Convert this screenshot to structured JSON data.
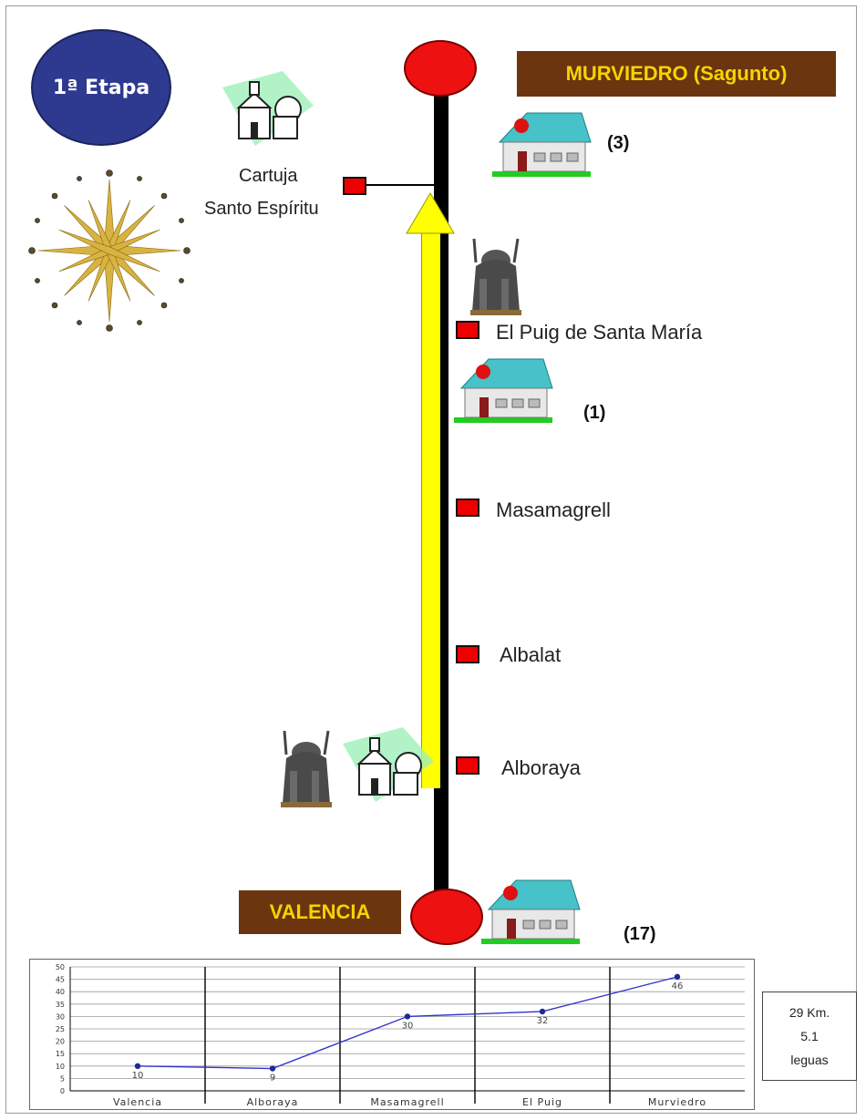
{
  "stage": {
    "label": "1ª Etapa"
  },
  "route": {
    "start_city": "VALENCIA",
    "end_city": "MURVIEDRO (Sagunto)",
    "side_stop": {
      "line1": "Cartuja",
      "line2": "Santo Espíritu"
    },
    "stops": [
      "El Puig de Santa María",
      "Masamagrell",
      "Albalat",
      "Alboraya"
    ],
    "lodging_counts": [
      "(3)",
      "(1)",
      "(17)"
    ]
  },
  "summary": {
    "distance": "29 Km.",
    "leagues_value": "5.1",
    "leagues_unit": "leguas"
  },
  "colors": {
    "route_line": "#000000",
    "direction_arrow": "#ffff00",
    "stop_marker": "#ee0000",
    "city_label_bg": "#6b3510",
    "city_label_text": "#f5d400",
    "stage_badge": "#2e3a8f",
    "series_line": "#3333cc"
  },
  "icons": [
    "compass-rose-icon",
    "hostel-house-icon",
    "church-icon",
    "statue-icon"
  ],
  "chart_data": {
    "type": "line",
    "categories": [
      "Valencia",
      "Alboraya",
      "Masamagrell",
      "El Puig",
      "Murviedro"
    ],
    "values": [
      10,
      9,
      30,
      32,
      46
    ],
    "data_labels": [
      "10",
      "9",
      "30",
      "32",
      "46"
    ],
    "ylim": [
      0,
      50
    ],
    "yticks": [
      "0",
      "5",
      "10",
      "15",
      "20",
      "25",
      "30",
      "35",
      "40",
      "45",
      "50"
    ],
    "grid": true,
    "legend": "none"
  }
}
